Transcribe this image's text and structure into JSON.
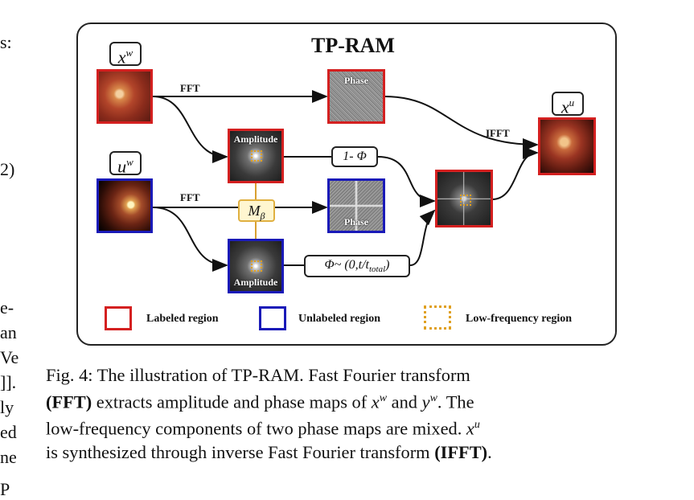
{
  "left_fragments": [
    "s:",
    "2)",
    "e-",
    "an",
    "Ve",
    "]].",
    "ly",
    "ed",
    "ne",
    "P"
  ],
  "figure": {
    "title": "TP-RAM",
    "tag_xw": "x",
    "tag_xw_sup": "w",
    "tag_uw": "u",
    "tag_uw_sup": "w",
    "tag_xu": "x",
    "tag_xu_sup": "u",
    "fft_top": "FFT",
    "fft_bottom": "FFT",
    "ifft": "IFFT",
    "phase_top": "Phase",
    "phase_bottom": "Phase",
    "amplitude_top": "Amplitude",
    "amplitude_bottom": "Amplitude",
    "one_minus_phi": "1- Φ",
    "phi_dist": "Φ~ (0,t/t",
    "phi_dist_sub": "total",
    "phi_dist_end": ")",
    "m_beta": "M",
    "m_beta_sub": "β",
    "legend": {
      "labeled": "Labeled region",
      "unlabeled": "Unlabeled region",
      "lowfreq": "Low-frequency region"
    },
    "colors": {
      "labeled": "#d42020",
      "unlabeled": "#1a1ab8",
      "lowfreq": "#e0a020"
    }
  },
  "caption": {
    "p1": "Fig. 4: The illustration of TP-RAM. Fast Fourier transform",
    "p2a": "(FFT)",
    "p2b": " extracts amplitude and phase maps of ",
    "p2c": "x",
    "p2c_sup": "w",
    "p2d": " and ",
    "p2e": "y",
    "p2e_sup": "w",
    "p2f": ". The",
    "p3a": "low-frequency components of two phase maps are mixed. ",
    "p3b": "x",
    "p3b_sup": "u",
    "p4a": "is synthesized through inverse Fast Fourier transform ",
    "p4b": "(IFFT)",
    "p4c": "."
  }
}
